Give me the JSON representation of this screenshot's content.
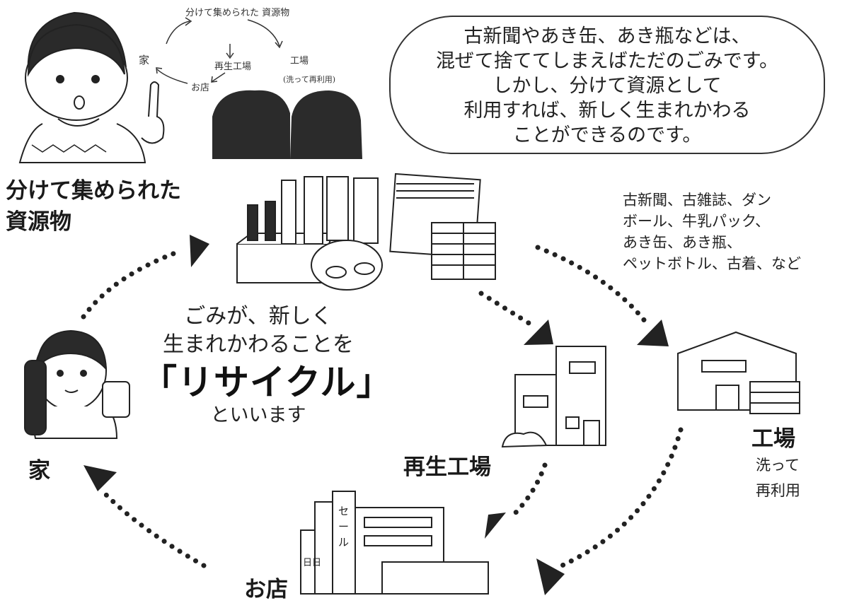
{
  "sketch": {
    "collected": "分けて集められた 資源物",
    "home": "家",
    "recycle_plant": "再生工場",
    "factory": "工場",
    "factory_note": "(洗って再利用)",
    "store": "お店"
  },
  "bubble_lines": [
    "古新聞やあき缶、あき瓶などは、",
    "混ぜて捨ててしまえばただのごみです。",
    "しかし、分けて資源として",
    "利用すれば、新しく生まれかわる",
    "ことができるのです。"
  ],
  "nodes": {
    "collected_line1": "分けて集められた",
    "collected_line2": "資源物",
    "home": "家",
    "recycle_plant": "再生工場",
    "factory": "工場",
    "factory_sub1": "洗って",
    "factory_sub2": "再利用",
    "store": "お店"
  },
  "examples_lines": [
    "古新聞、古雑誌、ダン",
    "ボール、牛乳パック、",
    "あき缶、あき瓶、",
    "ペットボトル、古着、など"
  ],
  "center": {
    "line1": "ごみが、新しく",
    "line2": "生まれかわることを",
    "keyword": "「リサイクル」",
    "line4": "といいます"
  },
  "store_sign": {
    "vertical": "セール",
    "small": "日日"
  }
}
